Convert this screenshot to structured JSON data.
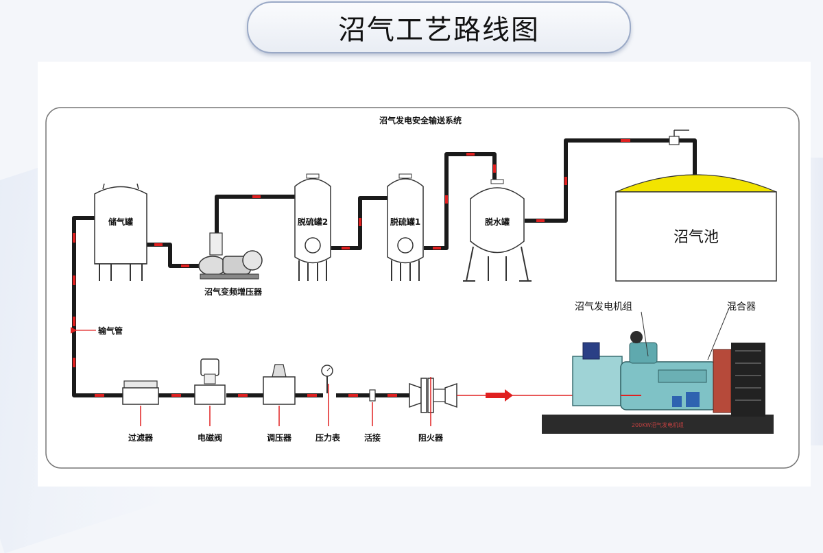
{
  "page_title": "沼气工艺路线图",
  "diagram": {
    "system_title": "沼气发电安全输送系统",
    "tanks": {
      "gas_storage": "储气罐",
      "desulfur_2": "脱硫罐2",
      "desulfur_1": "脱硫罐1",
      "dewater": "脱水罐"
    },
    "booster_label": "沼气变频增压器",
    "biogas_pool_label": "沼气池",
    "gas_pipe_label": "输气管",
    "generator_set_label": "沼气发电机组",
    "mixer_label": "混合器",
    "nameplate": "200KW沼气发电机组",
    "line_components": {
      "filter": "过滤器",
      "solenoid_valve": "电磁阀",
      "regulator": "调压器",
      "pressure_gauge": "压力表",
      "union": "活接",
      "flame_arrester": "阻火器"
    }
  },
  "colors": {
    "pipe": "#1a1a1a",
    "flow_marker": "#e02020",
    "dome_gas": "#f2e400",
    "generator_body": "#8fd0d0",
    "title_border": "#9aa9c6"
  }
}
